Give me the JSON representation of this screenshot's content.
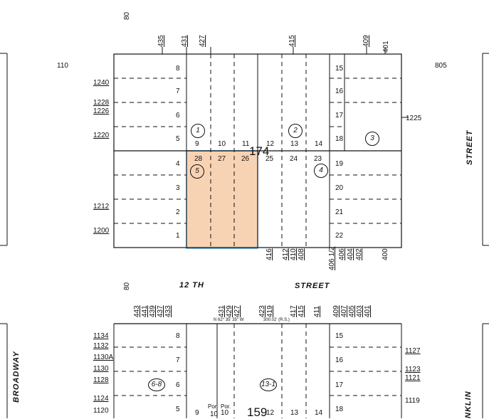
{
  "map": {
    "block_top": "174",
    "block_bottom": "159",
    "streets": {
      "twelfth_a": "12 TH",
      "twelfth_b": "STREET",
      "right": "STREET",
      "broadway": "BROADWAY",
      "franklin": "NKLIN"
    },
    "top_labels": {
      "tl80": "80",
      "l110": "110",
      "r805": "805",
      "bl80": "80"
    },
    "highlight_color": "#f8d3b3",
    "highlight_border": "#4a9ed6",
    "parcels_top_row": [
      "8",
      "7",
      "6",
      "5",
      "4",
      "3",
      "2",
      "1"
    ],
    "parcels_mid_top": [
      "9",
      "10",
      "11",
      "12",
      "13",
      "14"
    ],
    "parcels_mid_bottom": [
      "28",
      "27",
      "26",
      "25",
      "24",
      "23"
    ],
    "parcels_right": [
      "15",
      "16",
      "17",
      "18",
      "19",
      "20",
      "21",
      "22"
    ],
    "circles_top": [
      "1",
      "2",
      "3",
      "4",
      "5"
    ],
    "circles_bottom": [
      "6-8",
      "13-1"
    ],
    "addr_top": [
      "435",
      "431",
      "427",
      "415",
      "409",
      "401"
    ],
    "addr_left": [
      "1240",
      "1228",
      "1226",
      "1220",
      "1212",
      "1200"
    ],
    "addr_right": "1225",
    "addr_bottom_row": [
      "416",
      "412",
      "410",
      "408",
      "406 1/2",
      "406",
      "404",
      "402",
      "400"
    ],
    "addr_lower_top": [
      "443",
      "441",
      "439",
      "437",
      "433",
      "431",
      "429",
      "427",
      "423",
      "419",
      "417",
      "415",
      "411",
      "409",
      "407",
      "405",
      "403",
      "401"
    ],
    "addr_lower_left": [
      "1134",
      "1132",
      "1130A",
      "1130",
      "1128",
      "1124",
      "1120"
    ],
    "addr_lower_right": [
      "1127",
      "1123",
      "1121",
      "1119"
    ],
    "lower_parcels": [
      "8",
      "7",
      "6",
      "5",
      "9",
      "10",
      "12",
      "13",
      "14",
      "15",
      "16",
      "17",
      "18"
    ],
    "lower_por": [
      "Por.",
      "Por.",
      "10",
      "10"
    ],
    "lower_bearing": "N 62° 35' 35\" W",
    "lower_dims": "300.02' (R.S.)"
  }
}
